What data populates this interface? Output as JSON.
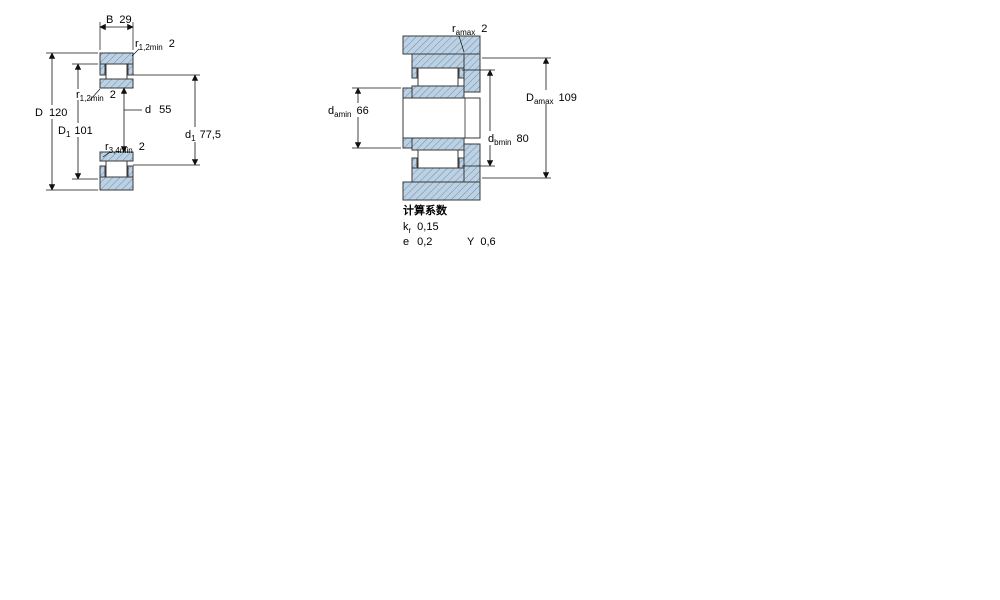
{
  "colors": {
    "bearing_fill": "#bcd2e4",
    "hatch_line": "#6e8ca6",
    "outline": "#3a3a3a",
    "dim_line": "#111111"
  },
  "left_view": {
    "b": {
      "symbol": "B",
      "value": "29"
    },
    "r12_top": {
      "symbol": "r",
      "sub": "1,2min",
      "value": "2"
    },
    "D": {
      "symbol": "D",
      "value": "120"
    },
    "r12_mid": {
      "symbol": "r",
      "sub": "1,2min",
      "value": "2"
    },
    "d": {
      "symbol": "d",
      "value": "55"
    },
    "D1": {
      "symbol": "D",
      "sub": "1",
      "value": "101"
    },
    "r34": {
      "symbol": "r",
      "sub": "3,4min",
      "value": "2"
    },
    "d1": {
      "symbol": "d",
      "sub": "1",
      "value": "77,5"
    }
  },
  "right_view": {
    "ra": {
      "symbol": "r",
      "sub": "amax",
      "value": "2"
    },
    "da": {
      "symbol": "d",
      "sub": "amin",
      "value": "66"
    },
    "Da": {
      "symbol": "D",
      "sub": "amax",
      "value": "109"
    },
    "db": {
      "symbol": "d",
      "sub": "bmin",
      "value": "80"
    }
  },
  "calculation_factors": {
    "heading": "计算系数",
    "kr": {
      "symbol": "k",
      "sub": "r",
      "value": "0,15"
    },
    "e": {
      "symbol": "e",
      "value": "0,2"
    },
    "Y": {
      "symbol": "Y",
      "value": "0,6"
    }
  }
}
